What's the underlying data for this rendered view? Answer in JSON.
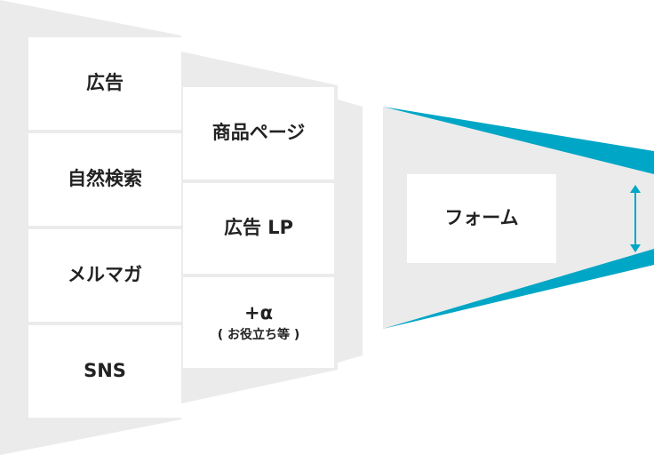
{
  "colors": {
    "funnel_gray": "#ebebeb",
    "accent": "#00a6c6",
    "box": "#ffffff",
    "text": "#222222"
  },
  "sources": [
    {
      "label": "広告"
    },
    {
      "label": "自然検索"
    },
    {
      "label": "メルマガ"
    },
    {
      "label": "SNS"
    }
  ],
  "pages": [
    {
      "label": "商品ページ"
    },
    {
      "label": "広告 LP"
    },
    {
      "label": "+α",
      "sub": "( お役立ち等 )"
    }
  ],
  "form": {
    "label": "フォーム"
  },
  "icons": {
    "arrow": "up-down-arrow-icon"
  }
}
